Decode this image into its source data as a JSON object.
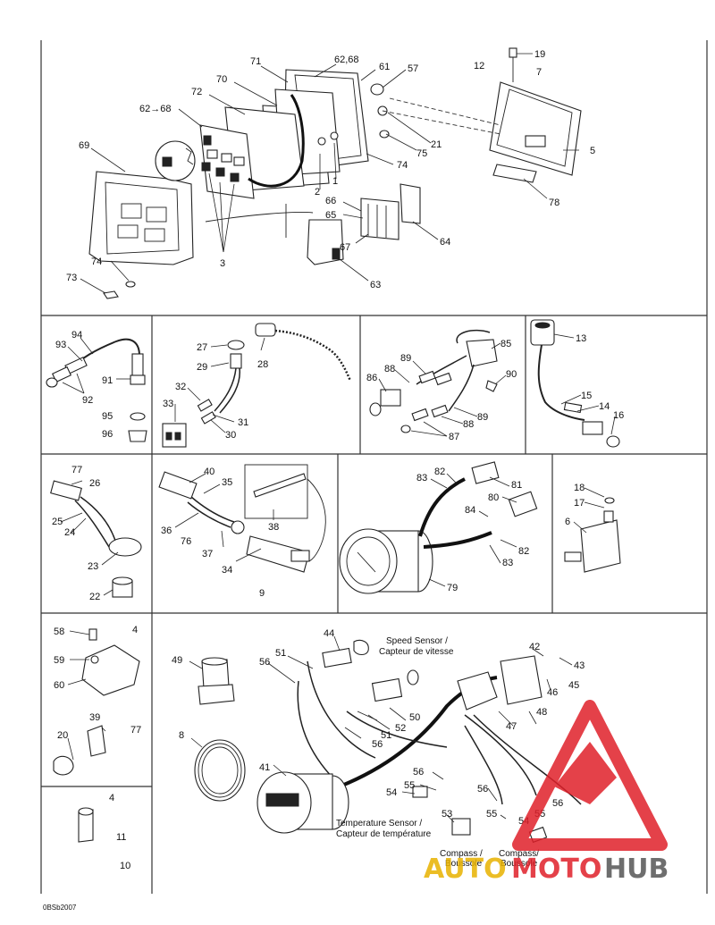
{
  "diagram_code": "0BSb2007",
  "captions": {
    "speed_sensor": "Speed Sensor /",
    "speed_sensor_fr": "Capteur de vitesse",
    "temperature_sensor": "Temperature Sensor /",
    "temperature_sensor_fr": "Capteur de température",
    "compass_1": "Compass /",
    "compass_1_fr": "Boussole",
    "compass_2": "Compass/",
    "compass_2_fr": "Boussole"
  },
  "watermark": {
    "auto": "AUTO",
    "moto": "MOTO",
    "hub": "HUB",
    "accent_color": "#e0202a",
    "gold_color": "#e8b200"
  },
  "callouts": {
    "s1": [
      "71",
      "62,68",
      "61",
      "57",
      "70",
      "72",
      "62→68",
      "69",
      "21",
      "75",
      "74",
      "2",
      "1",
      "66",
      "65",
      "67",
      "64",
      "3",
      "74",
      "73",
      "63",
      "19",
      "12",
      "7",
      "5",
      "78"
    ],
    "s2": [
      "94",
      "93",
      "92",
      "91",
      "95",
      "96"
    ],
    "s3": [
      "27",
      "28",
      "29",
      "32",
      "33",
      "31",
      "30"
    ],
    "s4": [
      "85",
      "89",
      "88",
      "86",
      "90",
      "89",
      "88",
      "87"
    ],
    "s5": [
      "13",
      "15",
      "14",
      "16"
    ],
    "s6": [
      "77",
      "26",
      "25",
      "24",
      "23",
      "22"
    ],
    "s7": [
      "40",
      "35",
      "38",
      "36",
      "76",
      "37",
      "34",
      "9"
    ],
    "s8": [
      "83",
      "82",
      "81",
      "80",
      "84",
      "82",
      "83",
      "79"
    ],
    "s9": [
      "18",
      "17",
      "6"
    ],
    "s10": [
      "58",
      "4",
      "59",
      "60",
      "39",
      "77",
      "20",
      "4",
      "11",
      "10"
    ],
    "s11": [
      "49",
      "8"
    ],
    "s12": [
      "44",
      "51",
      "56",
      "50",
      "52",
      "51",
      "56",
      "42",
      "43",
      "46",
      "45",
      "48",
      "47",
      "41",
      "56",
      "55",
      "54",
      "56",
      "53",
      "55",
      "56",
      "54",
      "55"
    ]
  }
}
